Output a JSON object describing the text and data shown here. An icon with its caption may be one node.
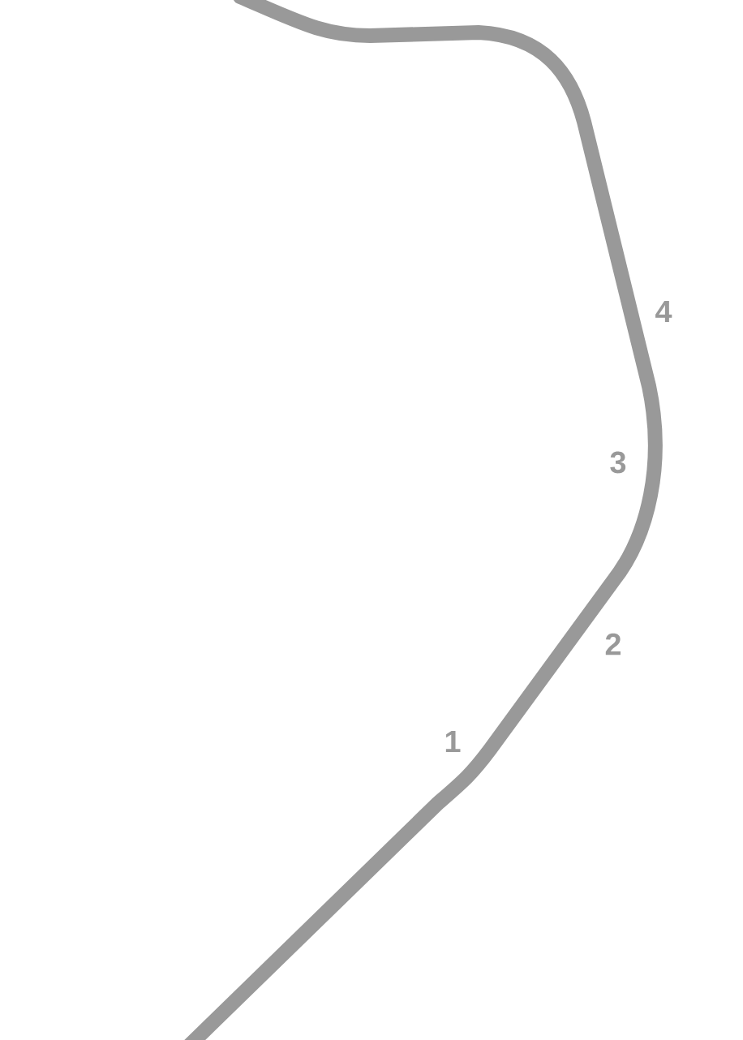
{
  "diagram": {
    "labels": [
      "4",
      "3",
      "2",
      "1"
    ]
  }
}
